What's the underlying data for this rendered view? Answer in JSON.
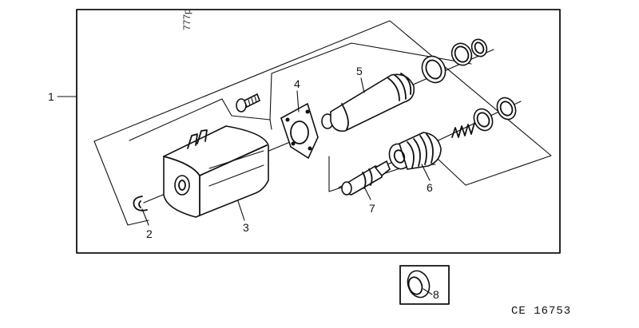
{
  "diagram": {
    "part_labels": [
      "1",
      "2",
      "3",
      "4",
      "5",
      "6",
      "7",
      "8"
    ],
    "catalog_code": "CE 16753",
    "side_code": "777p"
  }
}
